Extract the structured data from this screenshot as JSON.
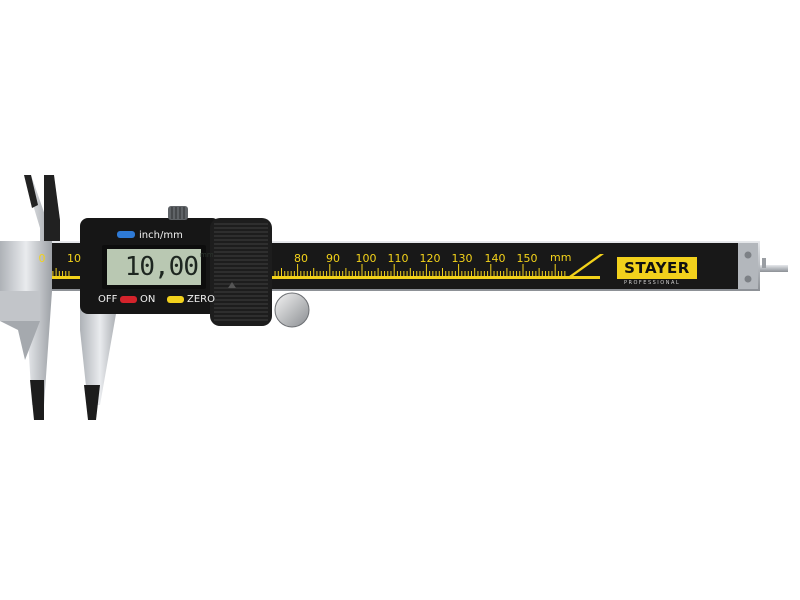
{
  "display": {
    "reading": "10,00",
    "unit": "mm"
  },
  "controls": {
    "inch_mm_label": "inch/mm",
    "off_label": "OFF",
    "on_label": "ON",
    "zero_label": "ZERO"
  },
  "scale": {
    "marks": [
      "0",
      "10",
      "80",
      "90",
      "100",
      "110",
      "120",
      "130",
      "140",
      "150"
    ],
    "unit": "mm"
  },
  "brand": {
    "name": "STAYER",
    "tagline": "PROFESSIONAL"
  },
  "colors": {
    "scale_yellow": "#f3d21a",
    "body_black": "#161616",
    "lcd_green": "#b9c8b2",
    "button_blue": "#2e7ad6",
    "button_red": "#d4232b",
    "button_yellow": "#f2d11c",
    "steel": "#c9ccd0"
  }
}
